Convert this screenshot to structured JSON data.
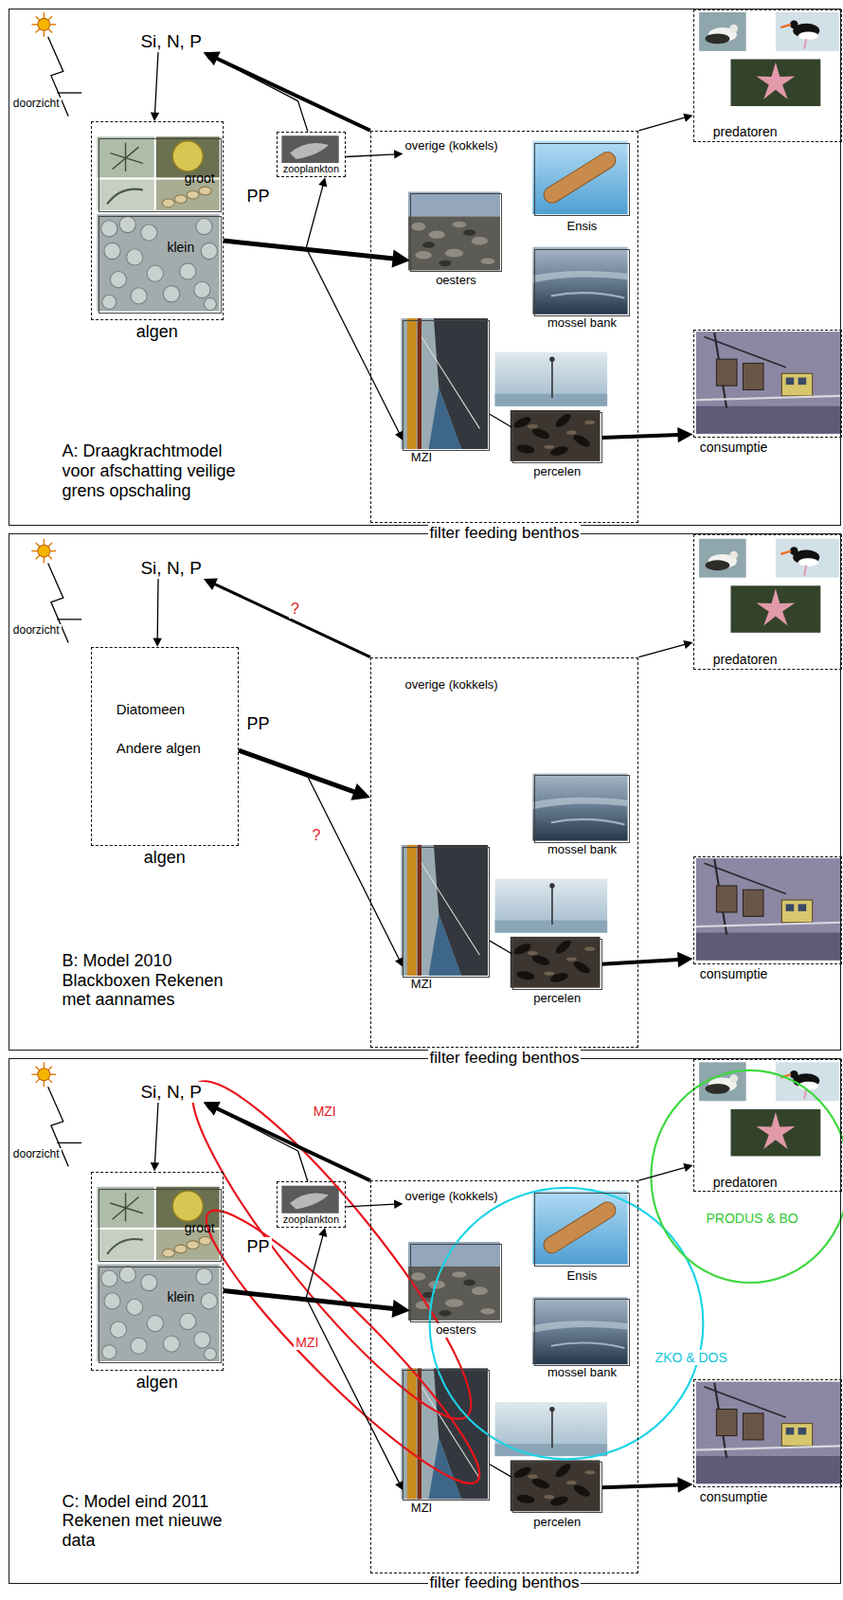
{
  "diagram": {
    "nodes": [
      {
        "text": [
          "A: Draagkrachtmodel voor afschatting veilige grens opschaling"
        ]
      },
      {
        "text": [
          "Si, N, P"
        ],
        "in": 0
      },
      {
        "text": [
          "algen"
        ],
        "in": 0
      },
      {
        "text": [
          "groot"
        ],
        "in": 2
      },
      {
        "text": [
          "klein"
        ],
        "in": 2
      },
      {
        "text": [
          "zooplankton"
        ],
        "in": 0
      },
      {
        "text": [
          "filter feeding benthos"
        ],
        "in": 0
      },
      {
        "text": [
          "overige (kokkels)"
        ],
        "in": 6
      },
      {
        "text": [
          "Ensis"
        ],
        "in": 6
      },
      {
        "text": [
          "oesters"
        ],
        "in": 6
      },
      {
        "text": [
          "mossel bank"
        ],
        "in": 6
      },
      {
        "text": [
          "MZI"
        ],
        "in": 6
      },
      {
        "text": [
          "percelen"
        ],
        "in": 6
      },
      {
        "text": [
          "predatoren"
        ],
        "in": 0
      },
      {
        "text": [
          "consumptie"
        ],
        "in": 0
      },
      {
        "text": [
          "B: Model 2010 Blackboxen Rekenen met aannames"
        ]
      },
      {
        "text": [
          "Si, N, P"
        ],
        "in": 15
      },
      {
        "text": [
          "Diatomeen",
          "Andere algen",
          "algen"
        ],
        "in": 15
      },
      {
        "text": [
          "filter feeding benthos"
        ],
        "in": 15
      },
      {
        "text": [
          "overige (kokkels)"
        ],
        "in": 18
      },
      {
        "text": [
          "mossel bank"
        ],
        "in": 18
      },
      {
        "text": [
          "MZI"
        ],
        "in": 18
      },
      {
        "text": [
          "percelen"
        ],
        "in": 18
      },
      {
        "text": [
          "predatoren"
        ],
        "in": 15
      },
      {
        "text": [
          "consumptie"
        ],
        "in": 15
      },
      {
        "text": [
          "C: Model eind 2011 Rekenen met nieuwe data"
        ]
      },
      {
        "text": [
          "Si, N, P"
        ],
        "in": 25
      },
      {
        "text": [
          "algen"
        ],
        "in": 25
      },
      {
        "text": [
          "groot"
        ],
        "in": 27
      },
      {
        "text": [
          "klein"
        ],
        "in": 27
      },
      {
        "text": [
          "zooplankton"
        ],
        "in": 25
      },
      {
        "text": [
          "filter feeding benthos"
        ],
        "in": 25
      },
      {
        "text": [
          "overige (kokkels)"
        ],
        "in": 31
      },
      {
        "text": [
          "Ensis"
        ],
        "in": 31
      },
      {
        "text": [
          "oesters"
        ],
        "in": 31
      },
      {
        "text": [
          "mossel bank"
        ],
        "in": 31
      },
      {
        "text": [
          "MZI"
        ],
        "in": 31
      },
      {
        "text": [
          "percelen"
        ],
        "in": 31
      },
      {
        "text": [
          "predatoren"
        ],
        "in": 25
      },
      {
        "text": [
          "consumptie"
        ],
        "in": 25
      }
    ],
    "edges": [
      {
        "from": 6,
        "to": 1,
        "arrow": "to"
      },
      {
        "from": 1,
        "to": 2,
        "arrow": "to"
      },
      {
        "from": 5,
        "to": 1,
        "arrow": "to"
      },
      {
        "from": 5,
        "to": 7,
        "arrow": "to"
      },
      {
        "from": 2,
        "to": 9,
        "arrow": "to",
        "label": "PP"
      },
      {
        "from": 2,
        "to": 5,
        "arrow": "to"
      },
      {
        "from": 2,
        "to": 11,
        "arrow": "to"
      },
      {
        "from": 6,
        "to": 13,
        "arrow": "to"
      },
      {
        "from": 12,
        "to": 14,
        "arrow": "to"
      },
      {
        "from": 11,
        "to": 12,
        "arrow": "none"
      },
      {
        "from": 18,
        "to": 16,
        "arrow": "to",
        "label": "?"
      },
      {
        "from": 16,
        "to": 17,
        "arrow": "to"
      },
      {
        "from": 17,
        "to": 18,
        "arrow": "to",
        "label": "PP"
      },
      {
        "from": 17,
        "to": 21,
        "arrow": "to",
        "label": "?"
      },
      {
        "from": 18,
        "to": 23,
        "arrow": "to"
      },
      {
        "from": 22,
        "to": 24,
        "arrow": "to"
      },
      {
        "from": 21,
        "to": 22,
        "arrow": "none"
      },
      {
        "from": 31,
        "to": 26,
        "arrow": "to"
      },
      {
        "from": 26,
        "to": 27,
        "arrow": "to"
      },
      {
        "from": 30,
        "to": 26,
        "arrow": "to"
      },
      {
        "from": 30,
        "to": 32,
        "arrow": "to"
      },
      {
        "from": 27,
        "to": 34,
        "arrow": "to",
        "label": "PP"
      },
      {
        "from": 27,
        "to": 30,
        "arrow": "to"
      },
      {
        "from": 27,
        "to": 36,
        "arrow": "to"
      },
      {
        "from": 31,
        "to": 38,
        "arrow": "to"
      },
      {
        "from": 37,
        "to": 39,
        "arrow": "to"
      },
      {
        "from": 36,
        "to": 37,
        "arrow": "none"
      }
    ],
    "labels": [
      "doorzicht",
      "doorzicht",
      "doorzicht",
      "MZI",
      "PRODUS & BO",
      "MZI",
      "ZKO & DOS"
    ]
  }
}
